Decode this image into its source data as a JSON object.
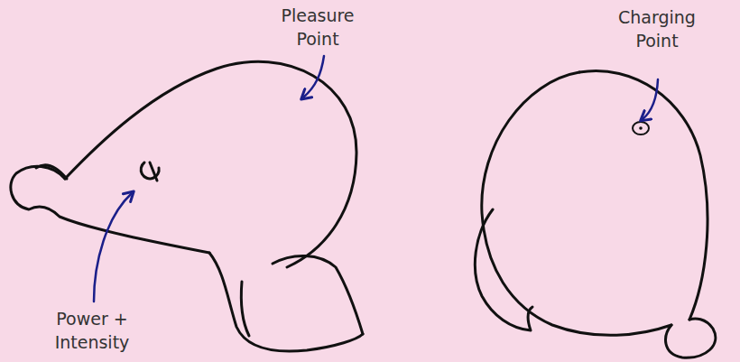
{
  "diagram": {
    "labels": [
      "Pleasure Point",
      "Power + Intensity",
      "Charging Point"
    ]
  }
}
